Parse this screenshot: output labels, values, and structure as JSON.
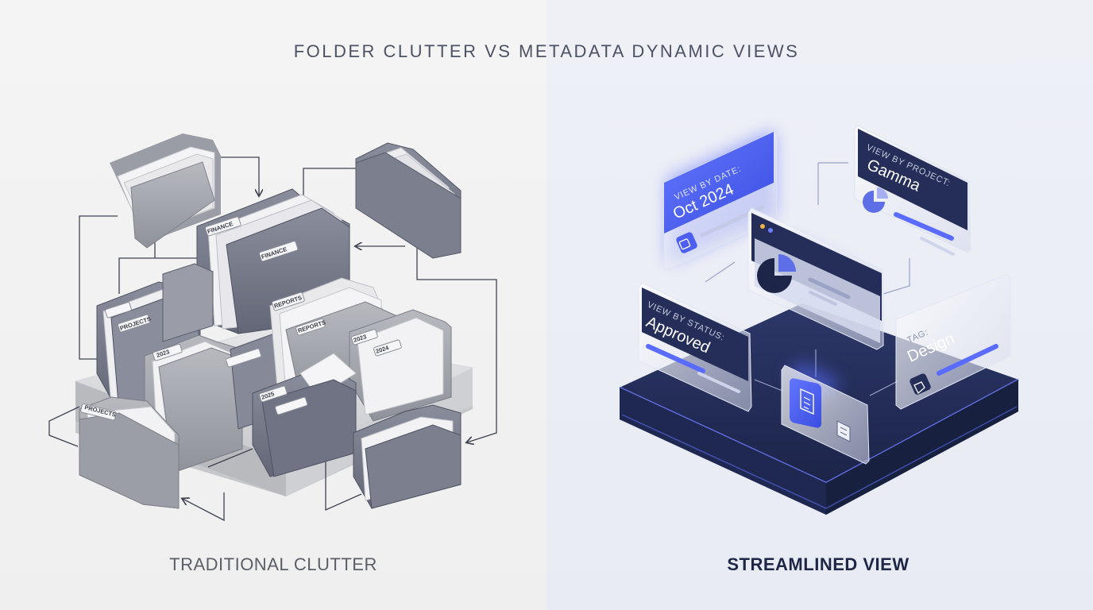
{
  "header": {
    "title": "FOLDER CLUTTER VS METADATA DYNAMIC VIEWS"
  },
  "left_panel": {
    "caption": "TRADITIONAL CLUTTER",
    "folder_tabs": [
      "PROJECTS",
      "PROJECTS",
      "2023",
      "2023",
      "2025",
      "REPORTS",
      "REPORTS",
      "FINANCE",
      "FINANCE",
      "2024"
    ]
  },
  "right_panel": {
    "caption": "STREAMLINED VIEW",
    "cards": {
      "date": {
        "label": "VIEW BY DATE:",
        "value": "Oct 2024"
      },
      "project": {
        "label": "VIEW BY PROJECT:",
        "value": "Gamma"
      },
      "status": {
        "label": "VIEW BY STATUS:",
        "value": "Approved"
      },
      "tag": {
        "label": "TAG:",
        "value": "Design"
      }
    }
  },
  "colors": {
    "accent": "#4d5ff0",
    "navy": "#222c52",
    "folder_gray": "#8e919a",
    "folder_dark": "#6b6f7e"
  }
}
